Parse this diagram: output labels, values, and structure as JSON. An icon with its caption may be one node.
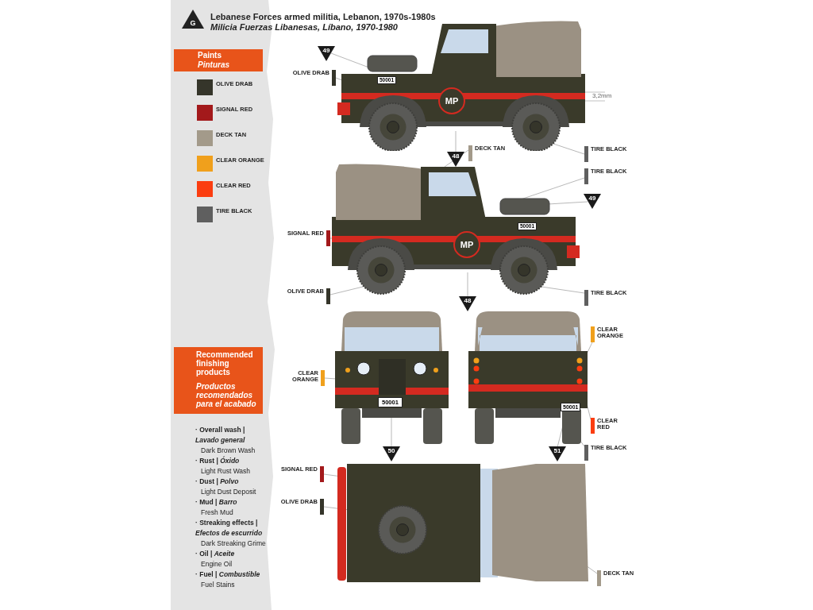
{
  "diagram": {
    "title": "Lebanese Forces armed militia, Lebanon, 1970s-1980s",
    "nodes": [
      {
        "text": [],
        "shape": "picture"
      },
      {
        "text": [
          "49"
        ]
      },
      {
        "text": [
          "OLIVE DRAB"
        ]
      },
      {
        "text": [
          "48"
        ]
      },
      {
        "text": [
          "DECK TAN"
        ]
      },
      {
        "text": [
          "TIRE BLACK"
        ]
      },
      {
        "text": [],
        "shape": "picture"
      },
      {
        "text": [
          "TIRE BLACK"
        ]
      },
      {
        "text": [
          "49"
        ]
      },
      {
        "text": [
          "SIGNAL RED"
        ]
      },
      {
        "text": [
          "OLIVE DRAB"
        ]
      },
      {
        "text": [
          "48"
        ]
      },
      {
        "text": [
          "TIRE BLACK"
        ]
      },
      {
        "text": [],
        "shape": "picture"
      },
      {
        "text": [],
        "shape": "picture"
      },
      {
        "text": [
          "CLEAR ORANGE"
        ]
      },
      {
        "text": [
          "CLEAR ORANGE"
        ]
      },
      {
        "text": [
          "CLEAR RED"
        ]
      },
      {
        "text": [
          "50"
        ]
      },
      {
        "text": [
          "51"
        ]
      },
      {
        "text": [
          "TIRE BLACK"
        ]
      },
      {
        "text": [],
        "shape": "picture"
      },
      {
        "text": [
          "SIGNAL RED"
        ]
      },
      {
        "text": [
          "OLIVE DRAB"
        ]
      },
      {
        "text": [
          "DECK TAN"
        ]
      }
    ],
    "edges": [
      {
        "from": 1,
        "to": 0,
        "arrow": "none"
      },
      {
        "from": 2,
        "to": 0,
        "arrow": "none"
      },
      {
        "from": 3,
        "to": 0,
        "arrow": "none"
      },
      {
        "from": 4,
        "to": 6,
        "arrow": "none"
      },
      {
        "from": 5,
        "to": 0,
        "arrow": "none"
      },
      {
        "from": 7,
        "to": 6,
        "arrow": "none"
      },
      {
        "from": 8,
        "to": 6,
        "arrow": "none"
      },
      {
        "from": 9,
        "to": 6,
        "arrow": "none"
      },
      {
        "from": 10,
        "to": 6,
        "arrow": "none"
      },
      {
        "from": 11,
        "to": 6,
        "arrow": "none"
      },
      {
        "from": 12,
        "to": 6,
        "arrow": "none"
      },
      {
        "from": 15,
        "to": 13,
        "arrow": "none"
      },
      {
        "from": 16,
        "to": 14,
        "arrow": "none"
      },
      {
        "from": 17,
        "to": 14,
        "arrow": "none"
      },
      {
        "from": 18,
        "to": 13,
        "arrow": "none"
      },
      {
        "from": 19,
        "to": 14,
        "arrow": "none"
      },
      {
        "from": 20,
        "to": 14,
        "arrow": "none"
      },
      {
        "from": 22,
        "to": 21,
        "arrow": "none"
      },
      {
        "from": 23,
        "to": 21,
        "arrow": "none"
      },
      {
        "from": 24,
        "to": 21,
        "arrow": "none"
      }
    ],
    "labels": [
      "G",
      "Milicia Fuerzas Libanesas, Líbano, 1970-1980",
      "Paints",
      "Pinturas",
      "50001",
      "MP",
      "3,2mm",
      "MP",
      "50001",
      "50001",
      "50001",
      "Recommended finishing products",
      "Productos recomendados para el acabado",
      "· Overall wash | *Lavado general*",
      "Dark Brown Wash",
      "· Rust | *Óxido*",
      "Light Rust Wash",
      "· Dust | *Polvo*",
      "Light Dust Deposit",
      "· Mud | *Barro*",
      "Fresh Mud",
      "· Streaking effects | *Efectos de escurrido*",
      "Dark Streaking Grime",
      "· Oil | *Aceite*",
      "Engine Oil",
      "· Fuel | *Combustible*",
      "Fuel Stains"
    ],
    "legend": [
      {
        "text": "OLIVE DRAB",
        "color": "#35352a"
      },
      {
        "text": "SIGNAL RED",
        "color": "#a3191b"
      },
      {
        "text": "DECK TAN",
        "color": "#a39a8a"
      },
      {
        "text": "CLEAR ORANGE",
        "color": "#f0a01c"
      },
      {
        "text": "CLEAR RED",
        "color": "#fb3d10"
      },
      {
        "text": "TIRE BLACK",
        "color": "#5f5f5f"
      }
    ]
  }
}
